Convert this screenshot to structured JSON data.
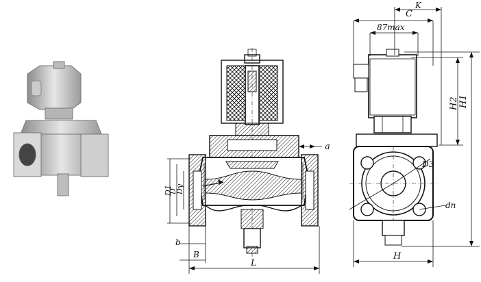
{
  "labels": {
    "C": "C",
    "K": "K",
    "dim_87max": "87max",
    "a": "a",
    "H1": "H1",
    "H2": "H2",
    "D3": "D3",
    "dn": "dn",
    "D1": "D1",
    "D": "D",
    "Dy": "Dy",
    "b": "b",
    "B": "B",
    "L": "L",
    "H": "H"
  }
}
